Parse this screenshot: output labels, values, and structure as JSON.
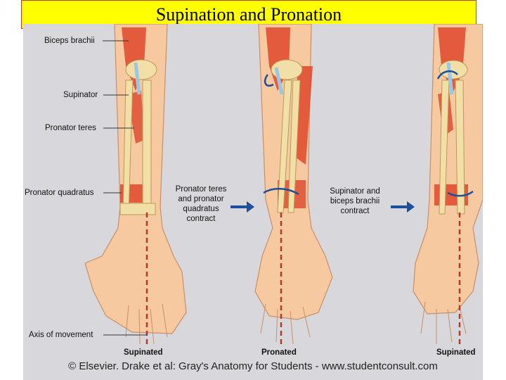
{
  "title": "Supination and Pronation",
  "labels": {
    "biceps": "Biceps brachii",
    "supinator": "Supinator",
    "pronator_teres": "Pronator teres",
    "pronator_quadratus": "Pronator quadratus",
    "axis": "Axis of movement"
  },
  "captions": {
    "pronate_action": [
      "Pronator teres",
      "and pronator",
      "quadratus",
      "contract"
    ],
    "supinate_action": [
      "Supinator and",
      "biceps brachii",
      "contract"
    ]
  },
  "positions": [
    "Supinated",
    "Pronated",
    "Supinated"
  ],
  "copyright": "© Elsevier. Drake et al: Gray's Anatomy for Students - www.studentconsult.com",
  "colors": {
    "title_bg": "#ffff00",
    "skin": "#f6c9a0",
    "muscle": "#e0462c",
    "bone": "#f2dfa8",
    "arrow": "#1f4e9a",
    "axis": "#b23a26"
  }
}
